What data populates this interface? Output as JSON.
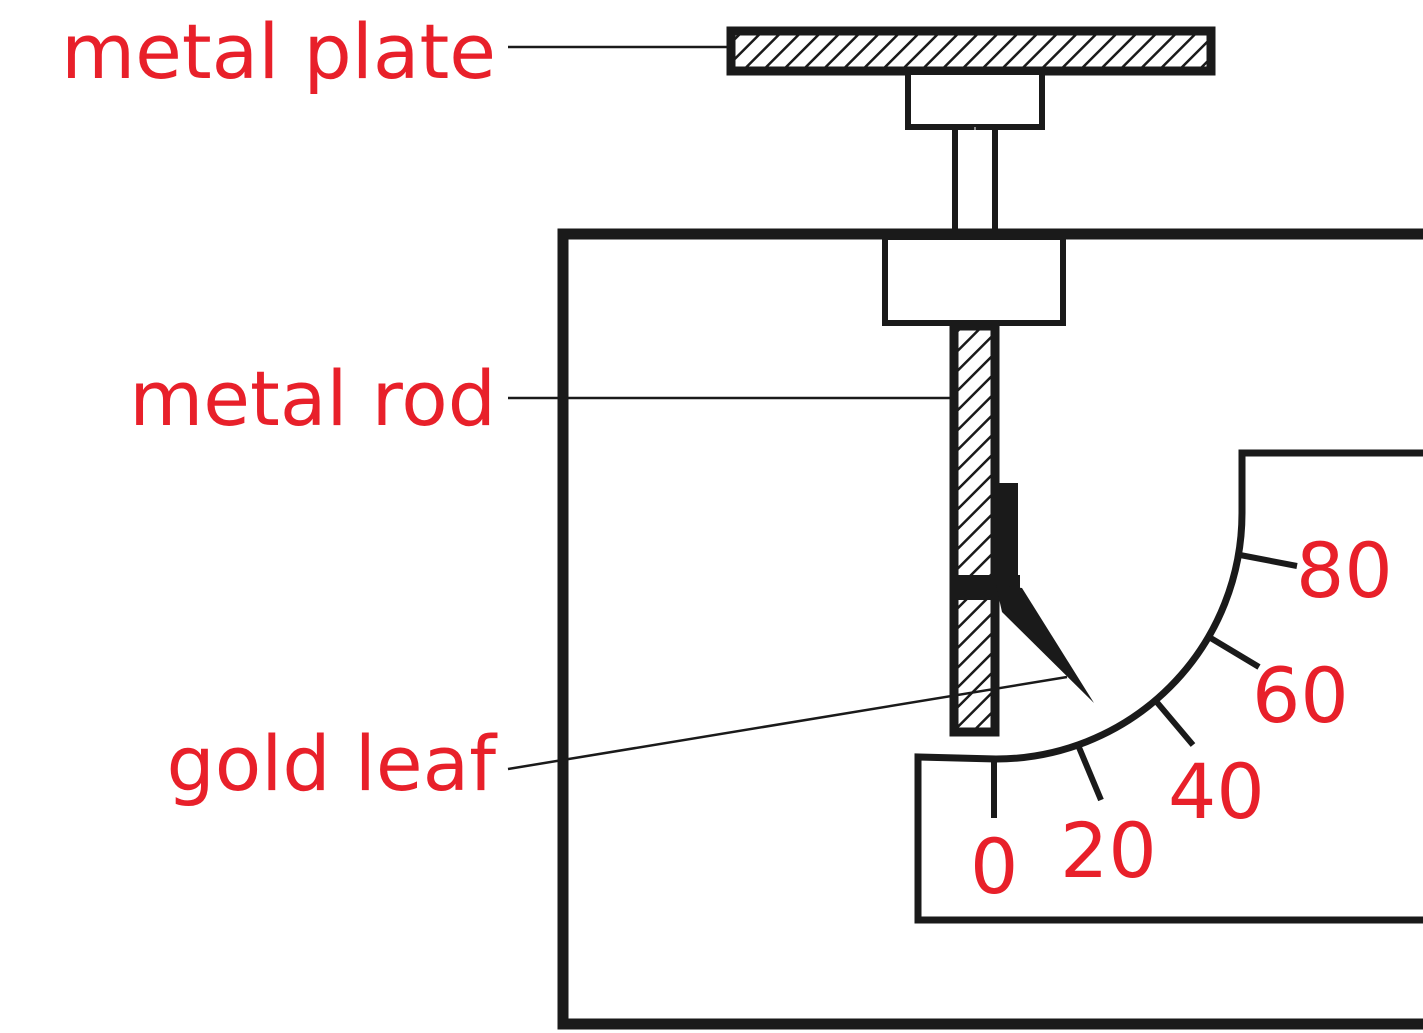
{
  "labels": {
    "plate": "metal plate",
    "rod": "metal rod",
    "leaf": "gold leaf"
  },
  "scale": {
    "marks": [
      "0",
      "20",
      "40",
      "60",
      "80"
    ]
  },
  "colors": {
    "label": "#e8202a",
    "line": "#1a1a1a",
    "background": "#ffffff"
  }
}
